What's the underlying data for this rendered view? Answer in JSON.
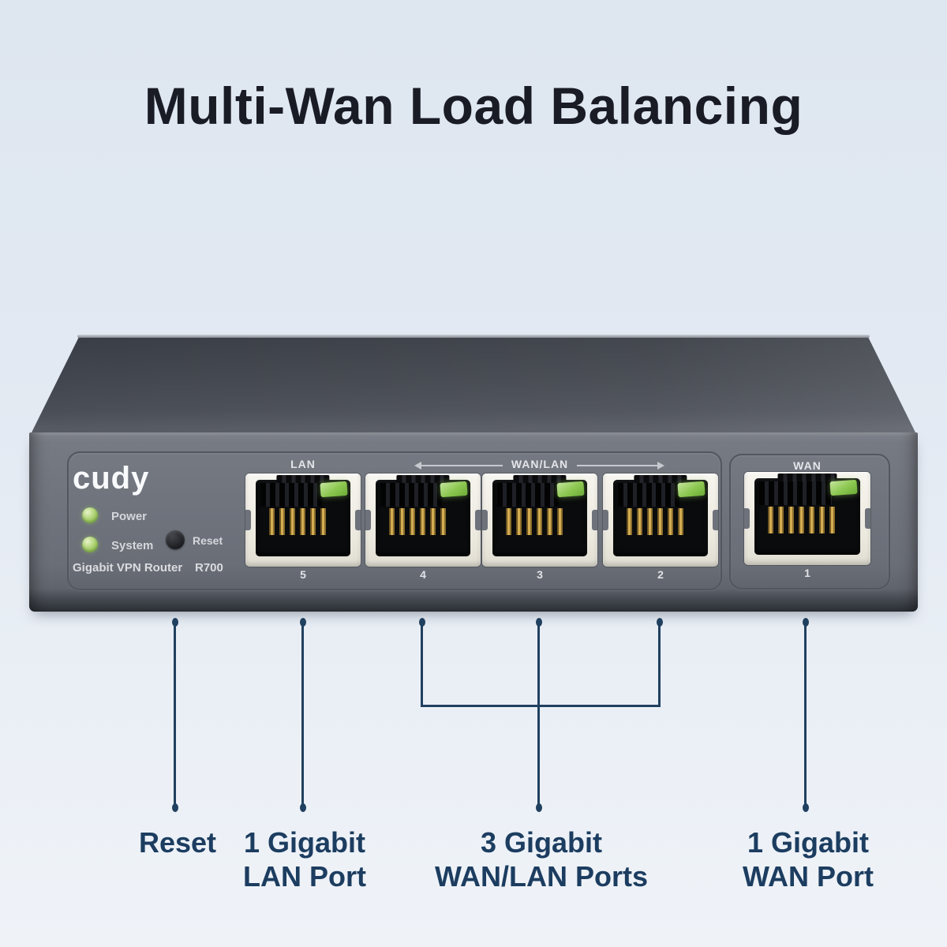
{
  "title": "Multi-Wan Load Balancing",
  "device": {
    "brand_logo": "cudy",
    "status_leds": [
      {
        "label": "Power"
      },
      {
        "label": "System"
      }
    ],
    "reset_label": "Reset",
    "model_name": "Gigabit VPN Router",
    "model_number": "R700",
    "port_section_labels": {
      "lan": "LAN",
      "wan_lan": "WAN/LAN",
      "wan": "WAN"
    },
    "ports": [
      {
        "number": "5"
      },
      {
        "number": "4"
      },
      {
        "number": "3"
      },
      {
        "number": "2"
      },
      {
        "number": "1"
      }
    ]
  },
  "callouts": [
    {
      "line1": "Reset",
      "line2": ""
    },
    {
      "line1": "1 Gigabit",
      "line2": "LAN Port"
    },
    {
      "line1": "3 Gigabit",
      "line2": "WAN/LAN Ports"
    },
    {
      "line1": "1 Gigabit",
      "line2": "WAN Port"
    }
  ],
  "colors": {
    "background": "#e3eaf3",
    "title_text": "#1a1c25",
    "callout_text": "#1c3d60",
    "callout_line": "#20405f",
    "device_top_face": "#42464e",
    "device_front_face": "#70747d",
    "port_bezel": "#efece3",
    "port_led_green": "#8cc750",
    "status_led_green": "#a9cf6d",
    "panel_text": "#dadce0"
  }
}
